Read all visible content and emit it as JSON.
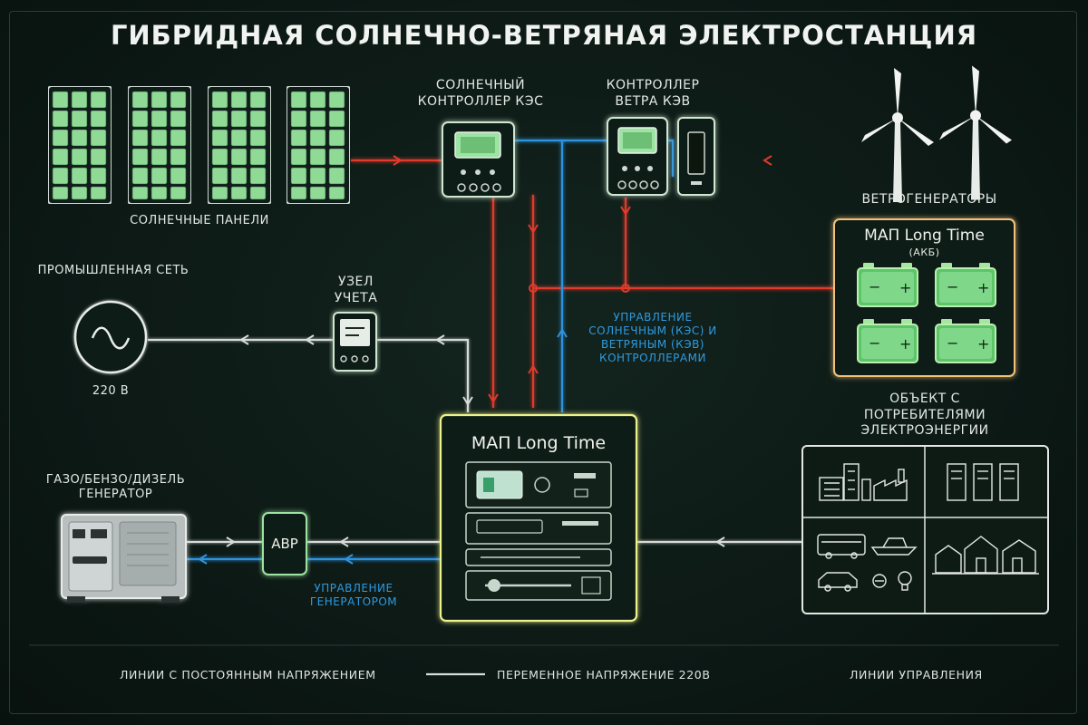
{
  "title": "ГИБРИДНАЯ СОЛНЕЧНО-ВЕТРЯНАЯ ЭЛЕКТРОСТАНЦИЯ",
  "solar_panels": {
    "label": "СОЛНЕЧНЫЕ ПАНЕЛИ"
  },
  "solar_controller": {
    "label": "СОЛНЕЧНЫЙ КОНТРОЛЛЕР КЭС"
  },
  "wind_controller": {
    "label": "КОНТРОЛЛЕР ВЕТРА КЭВ"
  },
  "wind_generators": {
    "label": "ВЕТРОГЕНЕРАТОРЫ"
  },
  "battery": {
    "title": "МАП Long Time",
    "subtitle": "(АКБ)"
  },
  "grid": {
    "label": "ПРОМЫШЛЕННАЯ СЕТЬ",
    "voltage": "220 В"
  },
  "meter": {
    "label": "УЗЕЛ УЧЕТА"
  },
  "controllers_control": {
    "label": "УПРАВЛЕНИЕ СОЛНЕЧНЫМ (КЭС) И ВЕТРЯНЫМ (КЭВ) КОНТРОЛЛЕРАМИ"
  },
  "consumers": {
    "label": "ОБЪЕКТ С ПОТРЕБИТЕЛЯМИ ЭЛЕКТРОЭНЕРГИИ"
  },
  "map_unit": {
    "title": "МАП Long Time"
  },
  "generator": {
    "label": "ГАЗО/БЕНЗО/ДИЗЕЛЬ ГЕНЕРАТОР"
  },
  "abr": {
    "label": "АВР"
  },
  "generator_control": {
    "label": "УПРАВЛЕНИЕ ГЕНЕРАТОРОМ"
  },
  "legend": {
    "dc": "ЛИНИИ С ПОСТОЯННЫМ НАПРЯЖЕНИЕМ",
    "ac": "ПЕРЕМЕННОЕ НАПРЯЖЕНИЕ 220В",
    "control": "ЛИНИИ УПРАВЛЕНИЯ"
  },
  "colors": {
    "dc_line": "#e03a2c",
    "ac_line": "#d8dcd8",
    "control_line": "#2f93df",
    "battery_frame": "#f2c27a",
    "map_frame": "#eef28a",
    "panel_cell": "#8fdb96",
    "background": "#0d1a16"
  }
}
